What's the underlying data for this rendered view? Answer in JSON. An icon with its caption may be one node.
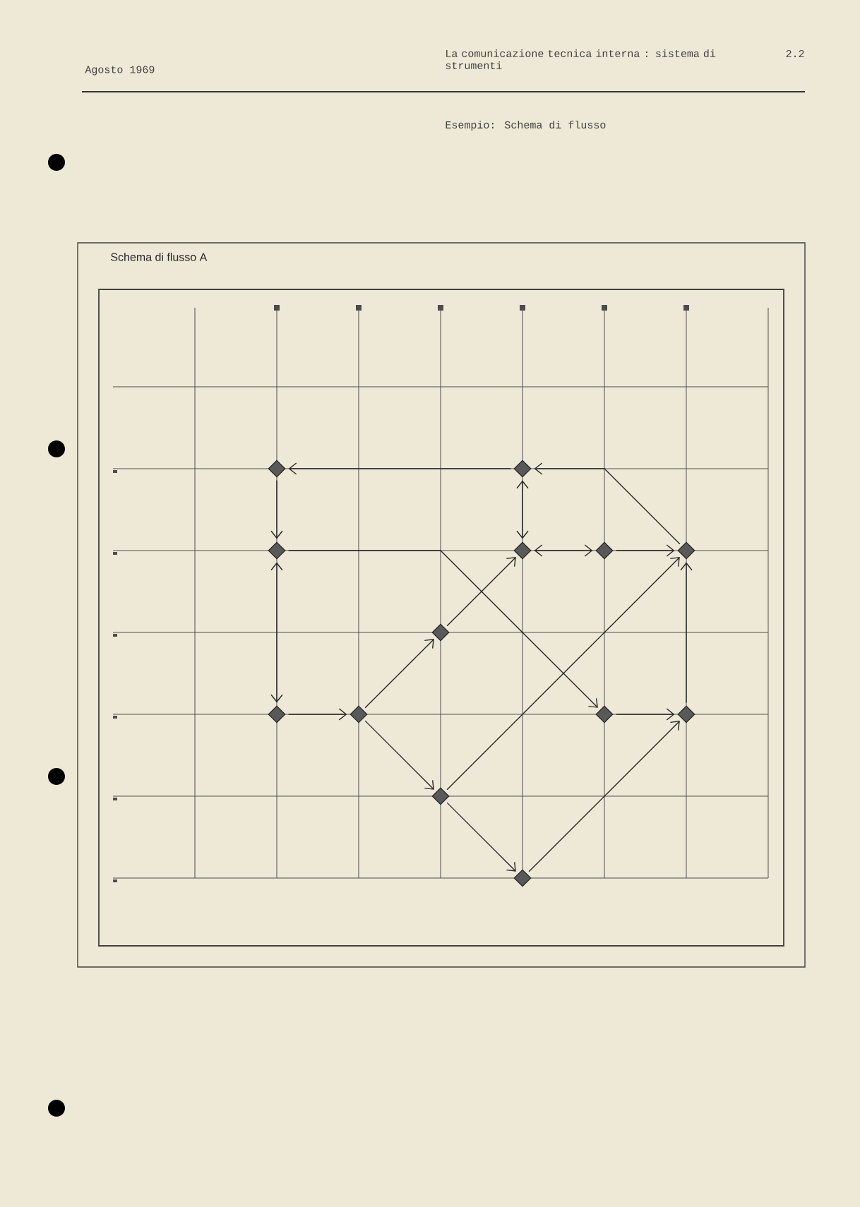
{
  "diagram": {
    "title": "La comunicazione tecnica interna : sistema di strumenti",
    "nodes": [
      {
        "text": [],
        "shape": "diamond"
      },
      {
        "text": [],
        "shape": "diamond"
      },
      {
        "text": [],
        "shape": "diamond"
      },
      {
        "text": [],
        "shape": "diamond"
      },
      {
        "text": [],
        "shape": "diamond"
      },
      {
        "text": [],
        "shape": "diamond"
      },
      {
        "text": [],
        "shape": "diamond"
      },
      {
        "text": [],
        "shape": "diamond"
      },
      {
        "text": [],
        "shape": "diamond"
      },
      {
        "text": [],
        "shape": "diamond"
      },
      {
        "text": [],
        "shape": "diamond"
      },
      {
        "text": [],
        "shape": "diamond"
      },
      {
        "text": [],
        "shape": "diamond"
      }
    ],
    "edges": [
      {
        "from": 1,
        "to": 0,
        "arrow": "to"
      },
      {
        "from": 5,
        "to": 1,
        "arrow": "to"
      },
      {
        "from": 0,
        "to": 2,
        "arrow": "to"
      },
      {
        "from": 1,
        "to": 3,
        "arrow": "both"
      },
      {
        "from": 3,
        "to": 4,
        "arrow": "both"
      },
      {
        "from": 4,
        "to": 5,
        "arrow": "to"
      },
      {
        "from": 2,
        "to": 7,
        "arrow": "both"
      },
      {
        "from": 7,
        "to": 8,
        "arrow": "to"
      },
      {
        "from": 8,
        "to": 6,
        "arrow": "to"
      },
      {
        "from": 6,
        "to": 3,
        "arrow": "to"
      },
      {
        "from": 8,
        "to": 11,
        "arrow": "to"
      },
      {
        "from": 11,
        "to": 12,
        "arrow": "to"
      },
      {
        "from": 12,
        "to": 10,
        "arrow": "to"
      },
      {
        "from": 11,
        "to": 5,
        "arrow": "to"
      },
      {
        "from": 10,
        "to": 5,
        "arrow": "to"
      },
      {
        "from": 9,
        "to": 10,
        "arrow": "to"
      },
      {
        "from": 2,
        "to": 9,
        "arrow": "to"
      }
    ],
    "labels": [
      "Agosto 1969",
      "2.2",
      "Esempio: Schema di flusso",
      "Schema di flusso A"
    ]
  }
}
